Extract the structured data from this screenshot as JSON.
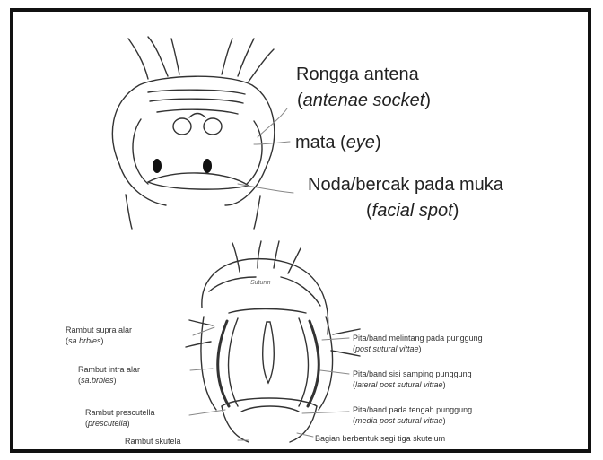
{
  "head_labels": [
    {
      "id": "antenae",
      "main": "Rongga antena",
      "sub": "antenae socket"
    },
    {
      "id": "eye",
      "main": "mata",
      "sub": "eye"
    },
    {
      "id": "spot",
      "main": "Noda/bercak pada muka",
      "sub": "facial spot"
    }
  ],
  "thorax_center_label": "Suturm",
  "thorax_left_labels": [
    {
      "id": "supra",
      "main": "Rambut supra alar",
      "sub": "sa.brbles"
    },
    {
      "id": "intra",
      "main": "Rambut intra alar",
      "sub": "sa.brbles"
    },
    {
      "id": "presc",
      "main": "Rambut prescutella",
      "sub": "prescutella"
    },
    {
      "id": "skut",
      "main": "Rambut skutela",
      "sub": ""
    }
  ],
  "thorax_right_labels": [
    {
      "id": "post",
      "main": "Pita/band melintang pada punggung",
      "sub": "post sutural vittae"
    },
    {
      "id": "lateral",
      "main": "Pita/band sisi samping punggung",
      "sub": "lateral post sutural vittae"
    },
    {
      "id": "media",
      "main": "Pita/band pada tengah punggung",
      "sub": "media post sutural vittae"
    },
    {
      "id": "tri",
      "main": "Bagian berbentuk segi tiga skutelum",
      "sub": ""
    }
  ],
  "colors": {
    "ink": "#222222",
    "border": "#111111",
    "leader": "#777777"
  }
}
